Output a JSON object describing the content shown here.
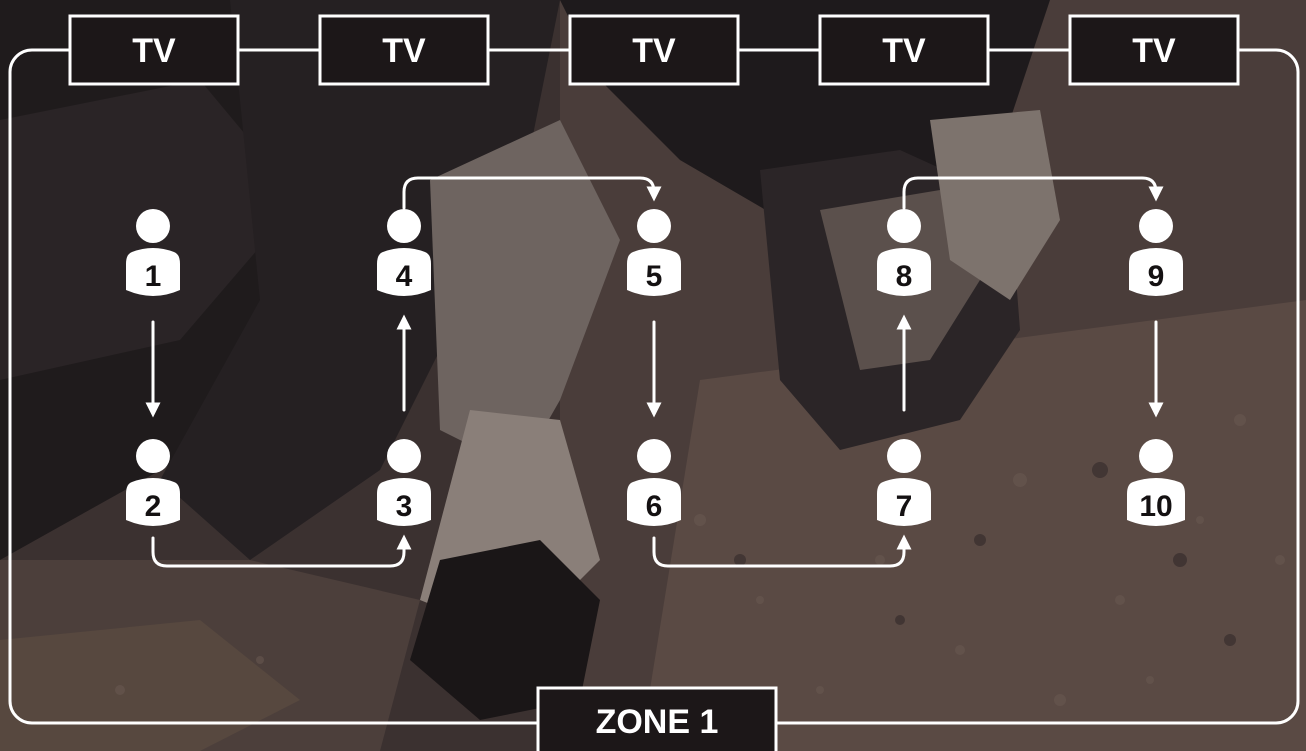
{
  "colors": {
    "line": "#ffffff",
    "box_fill": "#1c1718",
    "background_base": "#3b3130"
  },
  "tv_screens": [
    {
      "label": "TV",
      "icon": "tv-screen-box"
    },
    {
      "label": "TV",
      "icon": "tv-screen-box"
    },
    {
      "label": "TV",
      "icon": "tv-screen-box"
    },
    {
      "label": "TV",
      "icon": "tv-screen-box"
    },
    {
      "label": "TV",
      "icon": "tv-screen-box"
    }
  ],
  "zone": {
    "label": "ZONE 1"
  },
  "stations": [
    {
      "number": "1",
      "icon": "person-icon"
    },
    {
      "number": "2",
      "icon": "person-icon"
    },
    {
      "number": "3",
      "icon": "person-icon"
    },
    {
      "number": "4",
      "icon": "person-icon"
    },
    {
      "number": "5",
      "icon": "person-icon"
    },
    {
      "number": "6",
      "icon": "person-icon"
    },
    {
      "number": "7",
      "icon": "person-icon"
    },
    {
      "number": "8",
      "icon": "person-icon"
    },
    {
      "number": "9",
      "icon": "person-icon"
    },
    {
      "number": "10",
      "icon": "person-icon"
    }
  ],
  "flow": [
    {
      "from": "1",
      "to": "2"
    },
    {
      "from": "2",
      "to": "3"
    },
    {
      "from": "3",
      "to": "4"
    },
    {
      "from": "4",
      "to": "5"
    },
    {
      "from": "5",
      "to": "6"
    },
    {
      "from": "6",
      "to": "7"
    },
    {
      "from": "7",
      "to": "8"
    },
    {
      "from": "8",
      "to": "9"
    },
    {
      "from": "9",
      "to": "10"
    }
  ]
}
